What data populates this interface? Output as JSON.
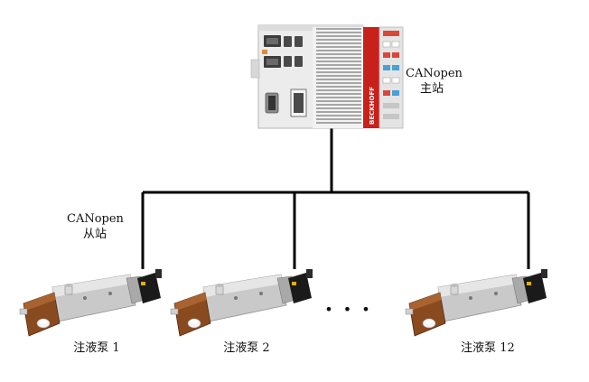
{
  "diagram": {
    "master": {
      "line1": "CANopen",
      "line2": "主站",
      "brand": "BECKHOFF"
    },
    "slave_label": {
      "line1": "CANopen",
      "line2": "从站"
    },
    "ellipsis": "• • •",
    "pumps": [
      {
        "label": "注液泵 1"
      },
      {
        "label": "注液泵 2"
      },
      {
        "label": "注液泵 12"
      }
    ],
    "colors": {
      "line": "#000000",
      "brand_red": "#c8211b",
      "controller_body": "#e9e9e9",
      "pump_copper": "#8a4a1f",
      "pump_steel": "#c9c9c9",
      "motor_black": "#1a1a1a"
    }
  }
}
